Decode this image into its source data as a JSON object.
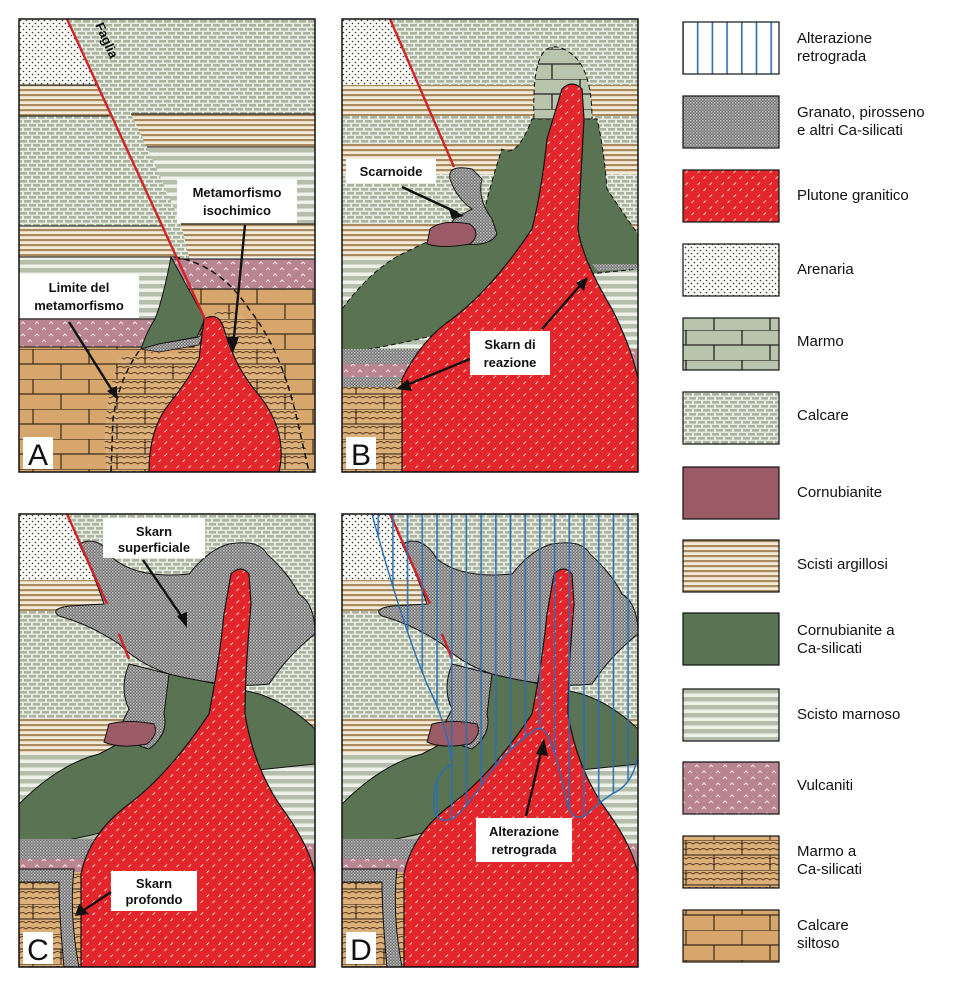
{
  "title": "Skarn formation stages",
  "panels": [
    {
      "id": "A",
      "letter": "A",
      "callouts": [
        "Faglia",
        "Metamorfismo isochimico",
        "Limite del metamorfismo"
      ]
    },
    {
      "id": "B",
      "letter": "B",
      "callouts": [
        "Scarnoide",
        "Skarn di reazione"
      ]
    },
    {
      "id": "C",
      "letter": "C",
      "callouts": [
        "Skarn superficiale",
        "Skarn profondo"
      ]
    },
    {
      "id": "D",
      "letter": "D",
      "callouts": [
        "Alterazione retrograda"
      ]
    }
  ],
  "labels": {
    "faglia": "Faglia",
    "meta_iso_1": "Metamorfismo",
    "meta_iso_2": "isochimico",
    "limite_1": "Limite del",
    "limite_2": "metamorfismo",
    "scarnoide": "Scarnoide",
    "skarn_reaz_1": "Skarn di",
    "skarn_reaz_2": "reazione",
    "skarn_sup_1": "Skarn",
    "skarn_sup_2": "superficiale",
    "skarn_prof_1": "Skarn",
    "skarn_prof_2": "profondo",
    "alt_retro_1": "Alterazione",
    "alt_retro_2": "retrograda"
  },
  "legend": [
    {
      "key": "alterazione",
      "label": "Alterazione\nretrograda",
      "pattern": "vertical-blue-lines"
    },
    {
      "key": "granato",
      "label": "Granato, pirosseno\ne altri Ca-silicati",
      "pattern": "dark-grey-stipple"
    },
    {
      "key": "plutone",
      "label": "Plutone granitico",
      "pattern": "red-dashes"
    },
    {
      "key": "arenaria",
      "label": "Arenaria",
      "pattern": "dots"
    },
    {
      "key": "marmo",
      "label": "Marmo",
      "pattern": "large-grey-bricks"
    },
    {
      "key": "calcare",
      "label": "Calcare",
      "pattern": "small-grey-bricks"
    },
    {
      "key": "cornubianite",
      "label": "Cornubianite",
      "pattern": "solid-mauve"
    },
    {
      "key": "scisti",
      "label": "Scisti argillosi",
      "pattern": "tan-horizontal-lines"
    },
    {
      "key": "cornca",
      "label": "Cornubianite a\nCa-silicati",
      "pattern": "solid-green"
    },
    {
      "key": "scisto",
      "label": "Scisto marnoso",
      "pattern": "grey-horizontal-lines"
    },
    {
      "key": "vulcaniti",
      "label": "Vulcaniti",
      "pattern": "pink-chevrons"
    },
    {
      "key": "marmoca",
      "label": "Marmo a\nCa-silicati",
      "pattern": "tan-bricks-waves"
    },
    {
      "key": "siltoso",
      "label": "Calcare\nsiltoso",
      "pattern": "tan-bricks"
    }
  ],
  "colors": {
    "pluton": "#e3262b",
    "fault": "#d0242a",
    "skarn": "#8a8a8a",
    "hornfels": "#9b5b66",
    "calcsilicate_hornfels": "#5a7352",
    "marble": "#b9c4ad",
    "limestone": "#b9c2ae",
    "siltstone": "#d7a66d",
    "volcanics": "#b88591",
    "retrograde": "#2a6fb3"
  }
}
